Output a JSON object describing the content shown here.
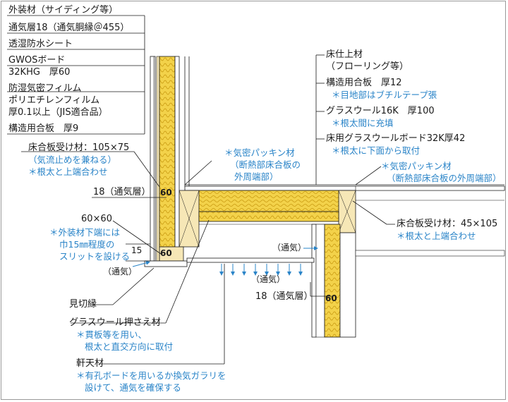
{
  "left_labels": {
    "siding": "外装材（サイディング等）",
    "vent_layer": "通気層18（通気胴縁＠455）",
    "moisture_sheet": "透湿防水シート",
    "gwos_board": "GWOSボード",
    "gwos_spec": "32KHG　厚60",
    "vapor_film": "防湿気密フィルム",
    "pe_film": "ポリエチレンフィルム",
    "film_thickness": "厚0.1以上（JIS適合品）",
    "structural_ply": "構造用合板　厚9",
    "floor_receiver_l": "床合板受け材：105×75",
    "airflow_stop_note": "（気流止めを兼ねる）",
    "joist_top_note_l": "＊根太と上端合わせ",
    "vent_layer_18_l": "18（通気層）",
    "size_60x60": "60×60",
    "siding_bottom_note_1": "＊外装材下端には",
    "siding_bottom_note_2": "巾15㎜程度の",
    "siding_bottom_note_3": "スリットを設ける",
    "dim_15": "15",
    "ventilation_l": "（通気）",
    "trim": "見切縁",
    "gw_holder": "グラスウール押さえ材",
    "gw_holder_note_1": "＊貫板等を用い、",
    "gw_holder_note_2": "根太と直交方向に取付",
    "soffit": "軒天材",
    "soffit_note_1": "＊有孔ボードを用いるか換気ガラリを",
    "soffit_note_2": "設けて、通気を確保する"
  },
  "right_labels": {
    "floor_finish": "床仕上材",
    "flooring_note": "（フローリング等）",
    "structural_ply_12": "構造用合板　厚12",
    "butyl_note": "＊目地部はブチルテープ張",
    "glass_wool": "グラスウール16K　厚100",
    "fill_note": "＊根太間に充填",
    "floor_gw_board": "床用グラスウールボード32K厚42",
    "install_note": "＊根太に下面から取付",
    "floor_receiver_r": "床合板受け材：45×105",
    "joist_top_note_r": "＊根太と上端合わせ",
    "vent_layer_18_r": "18（通気層）"
  },
  "center_labels": {
    "airtight_packing_1": "＊気密パッキン材",
    "airtight_packing_2": "（断熱部床合板の",
    "airtight_packing_3": "外周端部）",
    "airtight_packing_r1": "＊気密パッキン材",
    "airtight_packing_r2": "（断熱部床合板の外周端部）",
    "ventilation_top": "（通気）",
    "ventilation_mid": "（通気）",
    "insulation_60_wall": "60",
    "insulation_60_corner": "60",
    "insulation_60_right": "60"
  },
  "colors": {
    "insulation": "#f3d24a",
    "wood": "#f6e7b6",
    "note_blue": "#2a84c8",
    "line": "#1a1a1a"
  }
}
